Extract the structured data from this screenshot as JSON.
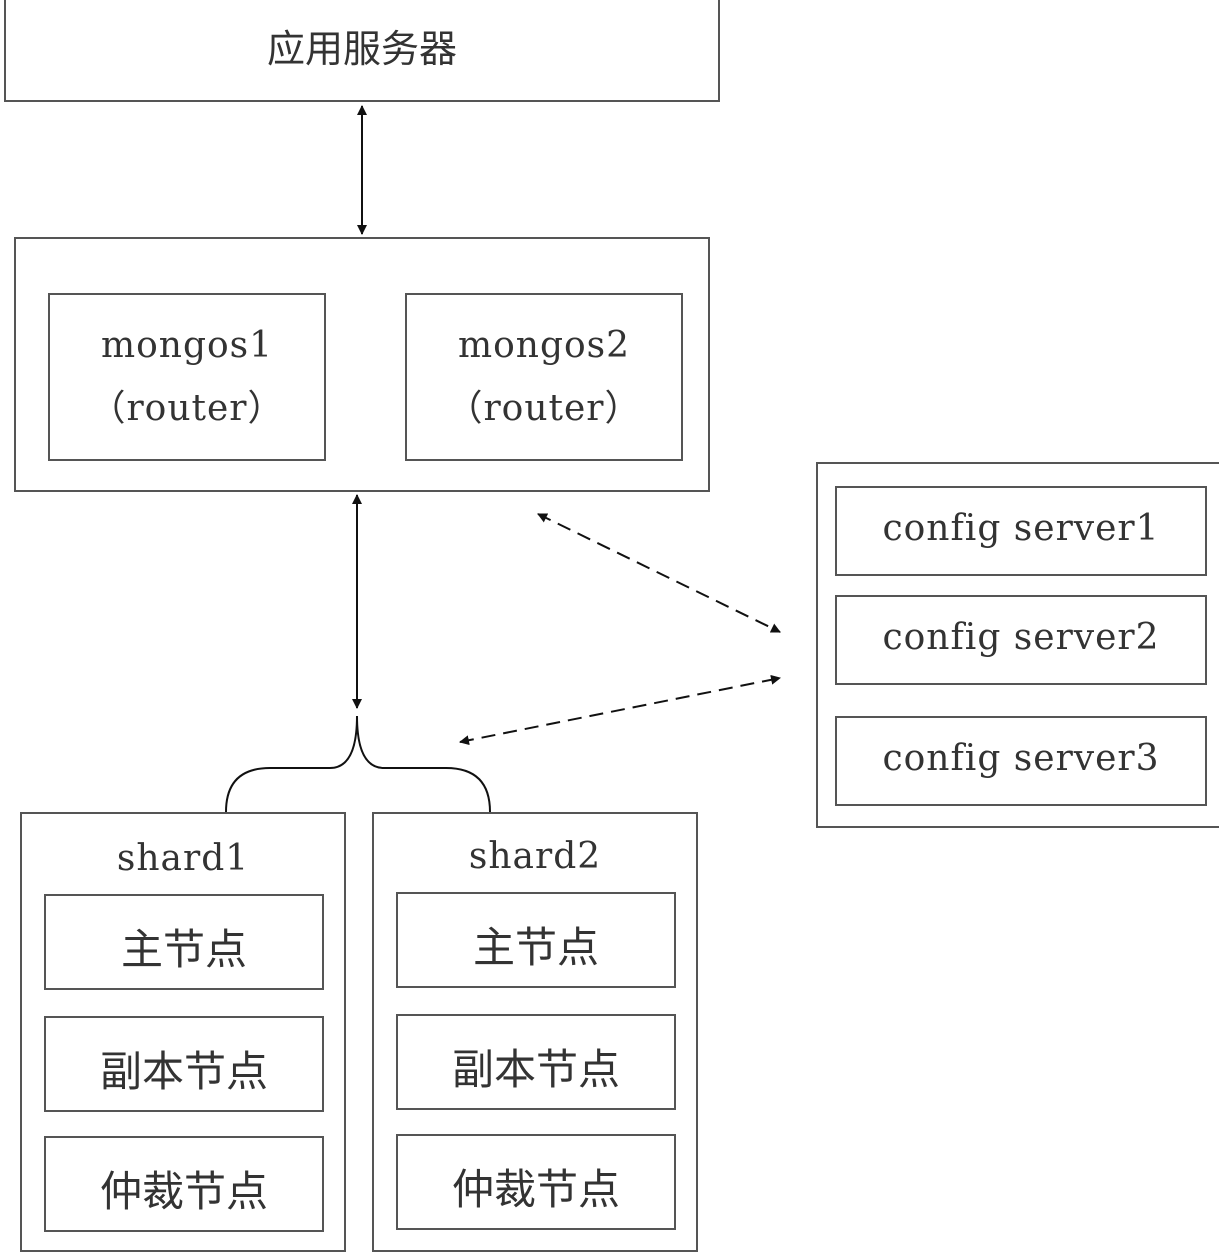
{
  "app_server": {
    "label": "应用服务器"
  },
  "routers": [
    {
      "name": "mongos1",
      "role": "（router）"
    },
    {
      "name": "mongos2",
      "role": "（router）"
    }
  ],
  "config_servers": [
    "config server1",
    "config server2",
    "config server3"
  ],
  "shards": [
    {
      "title": "shard1",
      "nodes": [
        "主节点",
        "副本节点",
        "仲裁节点"
      ]
    },
    {
      "title": "shard2",
      "nodes": [
        "主节点",
        "副本节点",
        "仲裁节点"
      ]
    }
  ],
  "colors": {
    "line": "#111111",
    "border": "#555555",
    "text": "#333333"
  }
}
